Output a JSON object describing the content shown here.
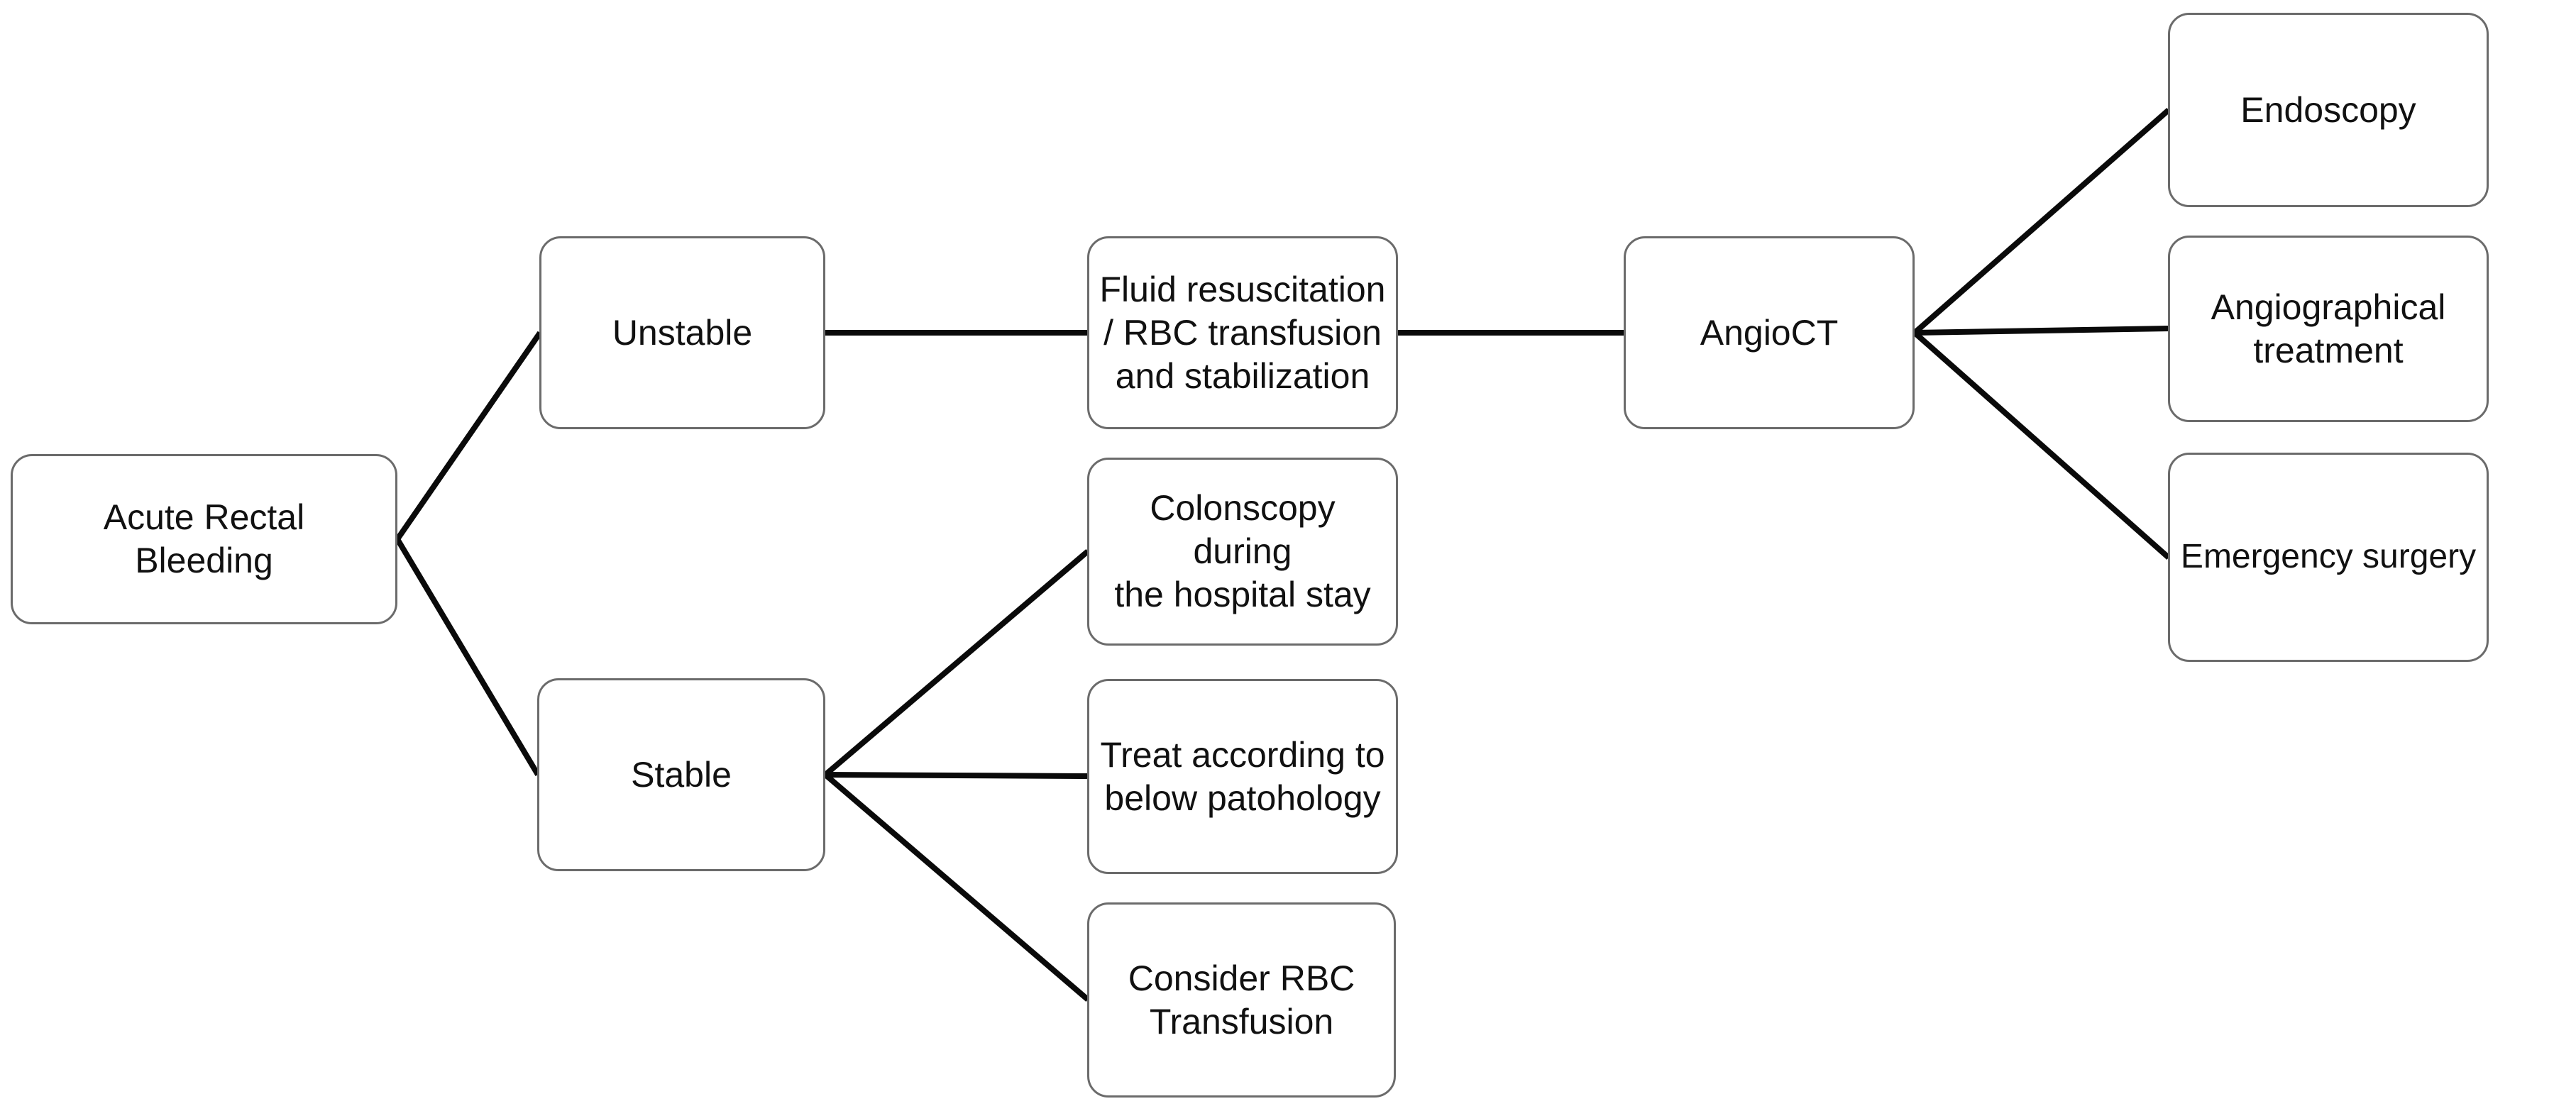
{
  "diagram": {
    "type": "flowchart",
    "topic": "Acute Rectal Bleeding management",
    "colors": {
      "background": "#ffffff",
      "node_fill": "#ffffff",
      "node_border": "#6b6b6b",
      "connector": "#0a0a0a",
      "text": "#111111"
    },
    "nodes": [
      {
        "id": "acute-rectal-bleeding",
        "label": "Acute Rectal\nBleeding"
      },
      {
        "id": "unstable",
        "label": "Unstable"
      },
      {
        "id": "fluid-resuscitation",
        "label": "Fluid resuscitation\n/ RBC transfusion\nand stabilization"
      },
      {
        "id": "angioct",
        "label": "AngioCT"
      },
      {
        "id": "endoscopy",
        "label": "Endoscopy"
      },
      {
        "id": "angiographical-treatment",
        "label": "Angiographical\ntreatment"
      },
      {
        "id": "emergency-surgery",
        "label": "Emergency surgery"
      },
      {
        "id": "stable",
        "label": "Stable"
      },
      {
        "id": "colonscopy-hospital-stay",
        "label": "Colonscopy during\nthe hospital stay"
      },
      {
        "id": "treat-below-pathology",
        "label": "Treat according to\nbelow patohology"
      },
      {
        "id": "consider-rbc-transfusion",
        "label": "Consider RBC\nTransfusion"
      }
    ],
    "edges": [
      {
        "from": "acute-rectal-bleeding",
        "to": "unstable"
      },
      {
        "from": "acute-rectal-bleeding",
        "to": "stable"
      },
      {
        "from": "unstable",
        "to": "fluid-resuscitation"
      },
      {
        "from": "fluid-resuscitation",
        "to": "angioct"
      },
      {
        "from": "angioct",
        "to": "endoscopy"
      },
      {
        "from": "angioct",
        "to": "angiographical-treatment"
      },
      {
        "from": "angioct",
        "to": "emergency-surgery"
      },
      {
        "from": "stable",
        "to": "colonscopy-hospital-stay"
      },
      {
        "from": "stable",
        "to": "treat-below-pathology"
      },
      {
        "from": "stable",
        "to": "consider-rbc-transfusion"
      }
    ]
  }
}
